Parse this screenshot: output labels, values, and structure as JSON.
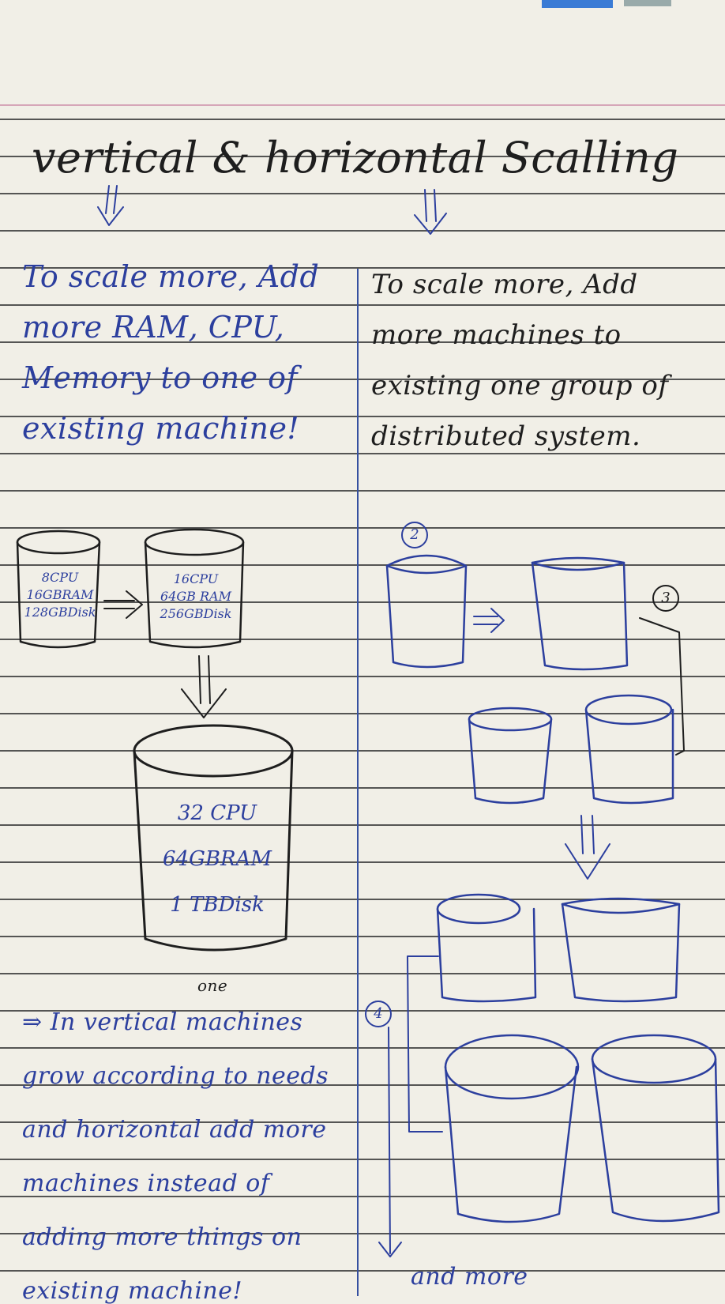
{
  "title": "vertical & horizontal Scalling",
  "vertical": {
    "description": "To scale more, Add more RAM, CPU, Memory to one of existing machine!",
    "machine_1": {
      "cpu": "8CPU",
      "ram": "16GBRAM",
      "disk": "128GBDisk"
    },
    "machine_2": {
      "cpu": "16CPU",
      "ram": "64GB RAM",
      "disk": "256GBDisk"
    },
    "machine_3": {
      "cpu": "32 CPU",
      "ram": "64GBRAM",
      "disk": "1 TBDisk"
    }
  },
  "horizontal": {
    "description": "To scale more, Add more machines to existing one group of distributed system.",
    "step_labels": [
      "2",
      "3",
      "4"
    ],
    "trailing": "and more"
  },
  "summary": {
    "inserted_word": "one",
    "text": "⇒ In vertical machines grow according to needs and horizontal add more machines instead of adding more things on existing machine!"
  }
}
